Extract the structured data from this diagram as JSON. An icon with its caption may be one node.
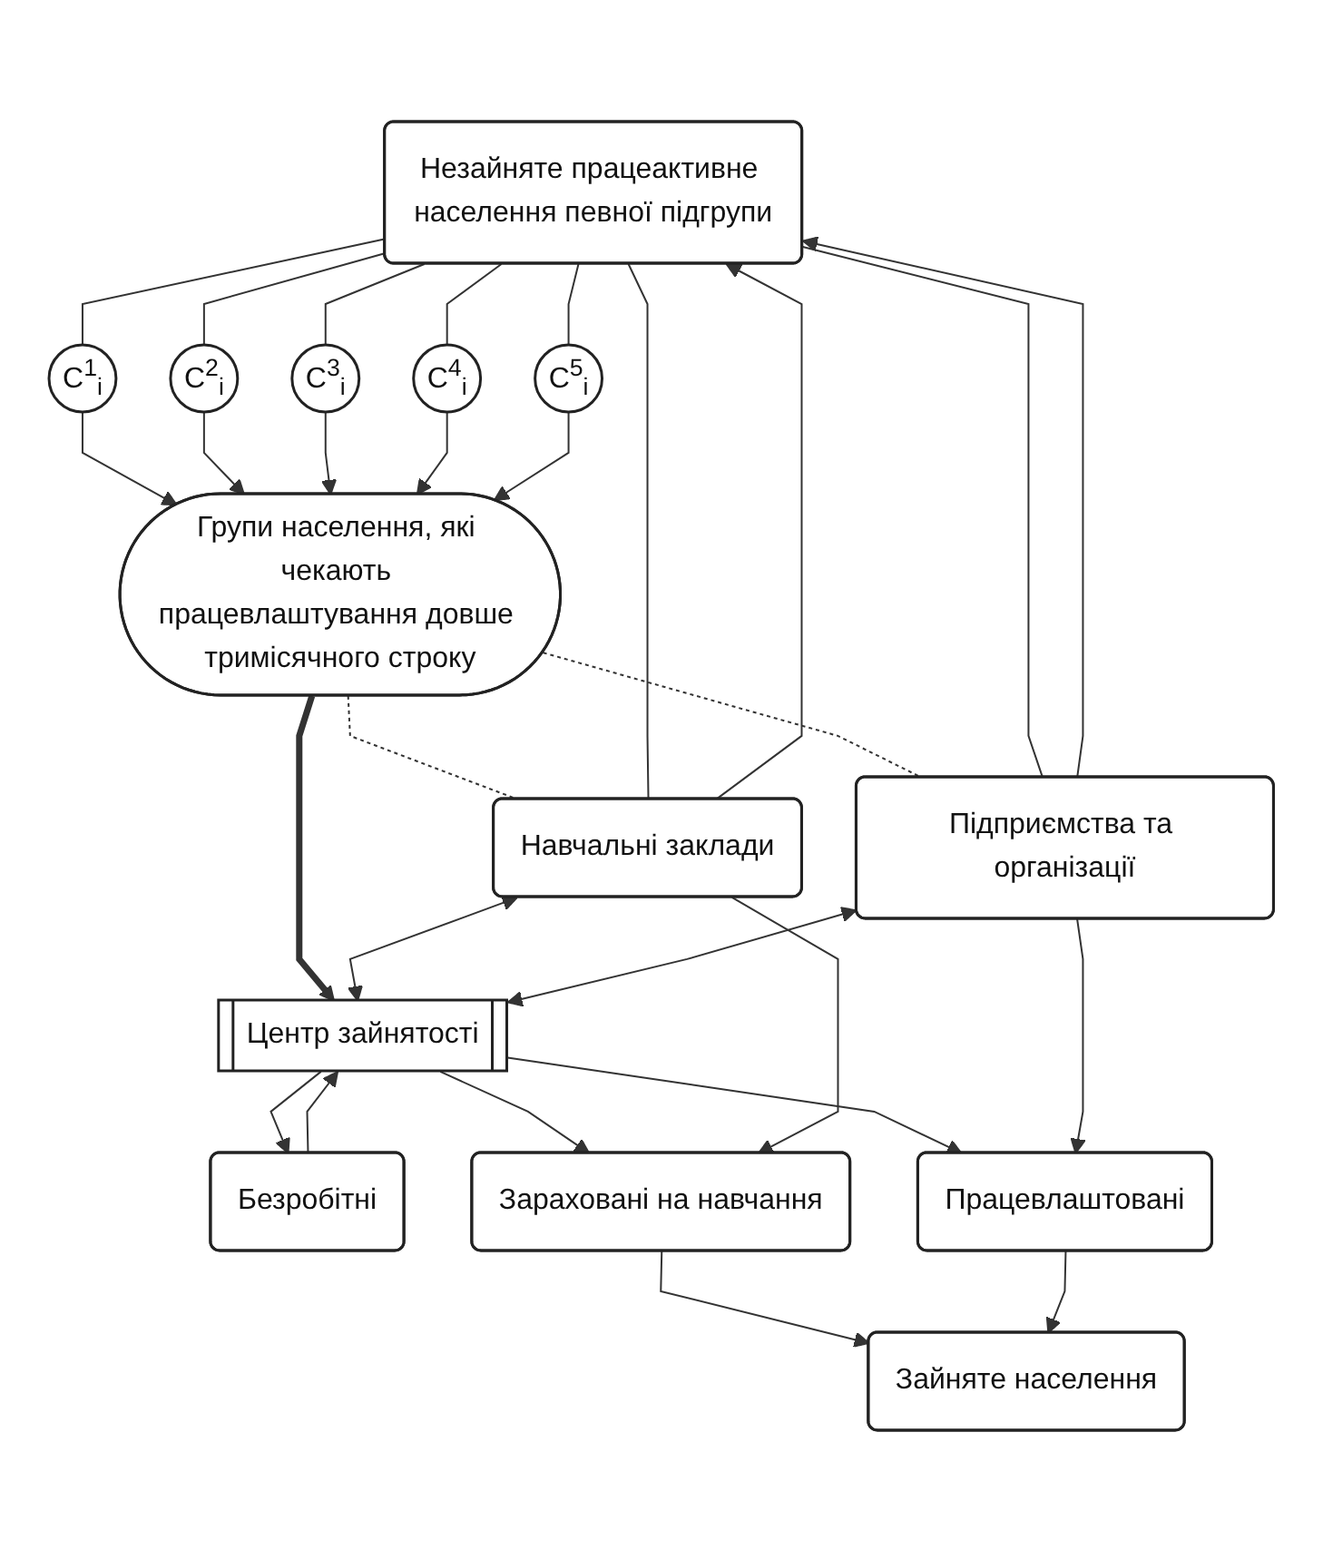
{
  "diagram": {
    "nodes": [
      {
        "text": [
          "Незайняте працеактивне населення певної підгрупи"
        ]
      },
      {
        "text": [
          "C$^{1}$$_{i}$"
        ]
      },
      {
        "text": [
          "C$^{2}$$_{i}$"
        ]
      },
      {
        "text": [
          "C$^{3}$$_{i}$"
        ]
      },
      {
        "text": [
          "C$^{4}$$_{i}$"
        ]
      },
      {
        "text": [
          "C$^{5}$$_{i}$"
        ]
      },
      {
        "text": [
          "Групи населення, які чекають працевлаштування довше тримісячного строку"
        ]
      },
      {
        "text": [
          "Навчальні заклади"
        ]
      },
      {
        "text": [
          "Підприємства та організації"
        ]
      },
      {
        "text": [
          "Центр зайнятості"
        ]
      },
      {
        "text": [
          "Безробітні"
        ]
      },
      {
        "text": [
          "Зараховані на навчання"
        ]
      },
      {
        "text": [
          "Зайняте населення"
        ]
      },
      {
        "text": [
          "Працевлаштовані"
        ]
      }
    ],
    "edges": [
      {
        "from": 0,
        "to": 1,
        "arrow": "none"
      },
      {
        "from": 0,
        "to": 2,
        "arrow": "none"
      },
      {
        "from": 0,
        "to": 3,
        "arrow": "none"
      },
      {
        "from": 0,
        "to": 4,
        "arrow": "none"
      },
      {
        "from": 0,
        "to": 5,
        "arrow": "none"
      },
      {
        "from": 1,
        "to": 6,
        "arrow": "to"
      },
      {
        "from": 2,
        "to": 6,
        "arrow": "to"
      },
      {
        "from": 3,
        "to": 6,
        "arrow": "to"
      },
      {
        "from": 4,
        "to": 6,
        "arrow": "to"
      },
      {
        "from": 5,
        "to": 6,
        "arrow": "to"
      },
      {
        "from": 6,
        "to": 9,
        "arrow": "to",
        "style": "thick"
      },
      {
        "from": 6,
        "to": 7,
        "arrow": "none",
        "style": "dashed"
      },
      {
        "from": 6,
        "to": 8,
        "arrow": "none",
        "style": "dashed"
      },
      {
        "from": 0,
        "to": 7,
        "arrow": "none"
      },
      {
        "from": 7,
        "to": 0,
        "arrow": "to"
      },
      {
        "from": 0,
        "to": 8,
        "arrow": "none"
      },
      {
        "from": 8,
        "to": 0,
        "arrow": "to"
      },
      {
        "from": 7,
        "to": 9,
        "arrow": "both"
      },
      {
        "from": 8,
        "to": 9,
        "arrow": "both"
      },
      {
        "from": 9,
        "to": 10,
        "arrow": "to"
      },
      {
        "from": 10,
        "to": 9,
        "arrow": "to"
      },
      {
        "from": 9,
        "to": 11,
        "arrow": "to"
      },
      {
        "from": 9,
        "to": 13,
        "arrow": "to"
      },
      {
        "from": 7,
        "to": 11,
        "arrow": "to"
      },
      {
        "from": 8,
        "to": 13,
        "arrow": "to"
      },
      {
        "from": 11,
        "to": 12,
        "arrow": "to"
      },
      {
        "from": 13,
        "to": 12,
        "arrow": "to"
      }
    ]
  }
}
